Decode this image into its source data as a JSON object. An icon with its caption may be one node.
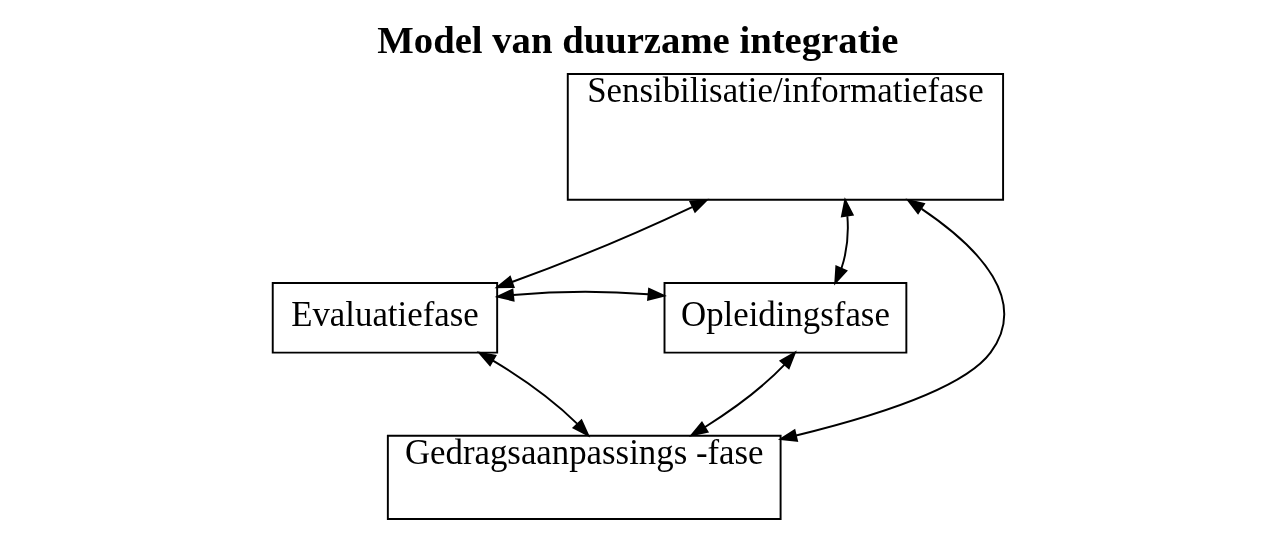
{
  "diagram": {
    "title": "Model van duurzame integratie",
    "nodes": [
      {
        "text": [
          "Sensibilisatie/informatiefase"
        ]
      },
      {
        "text": [
          "Evaluatiefase"
        ]
      },
      {
        "text": [
          "Opleidingsfase"
        ]
      },
      {
        "text": [
          "Gedragsaanpassings -fase"
        ]
      }
    ],
    "edges": [
      {
        "from": 1,
        "to": 0,
        "arrow": "both"
      },
      {
        "from": 0,
        "to": 2,
        "arrow": "both"
      },
      {
        "from": 1,
        "to": 2,
        "arrow": "both"
      },
      {
        "from": 0,
        "to": 3,
        "arrow": "both"
      },
      {
        "from": 1,
        "to": 3,
        "arrow": "both"
      },
      {
        "from": 3,
        "to": 2,
        "arrow": "both"
      }
    ]
  }
}
